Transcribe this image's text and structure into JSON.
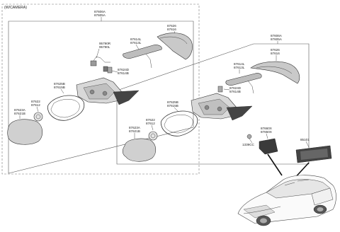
{
  "header": {
    "camera_label": "(W/CAMERA)"
  },
  "left_assembly": {
    "title_a": "87606A",
    "title_b": "87605A",
    "labels": {
      "cover_a": "87626",
      "cover_b": "87616",
      "lamp_a": "87614L",
      "lamp_b": "87613L",
      "camera_a": "95790R",
      "camera_b": "95790L",
      "bracket_a": "87624D",
      "bracket_b": "87614B",
      "housing_a": "87625B",
      "housing_b": "87615B",
      "mount_a": "87622",
      "mount_b": "87612",
      "glass_a": "87623A",
      "glass_b": "87621B"
    }
  },
  "right_assembly": {
    "title_a": "87606A",
    "title_b": "87605A",
    "labels": {
      "cover_a": "87626",
      "cover_b": "87616",
      "lamp_a": "87614L",
      "lamp_b": "87613L",
      "bracket_a": "87624D",
      "bracket_b": "87614B",
      "housing_a": "87625B",
      "housing_b": "87615B",
      "mount_a": "87622",
      "mount_b": "87612",
      "glass_a": "87623A",
      "glass_b": "87621B"
    }
  },
  "interior": {
    "cover_a": "87660X",
    "cover_b": "87650X",
    "screw": "1339CC",
    "inside_mirror": "85101"
  }
}
